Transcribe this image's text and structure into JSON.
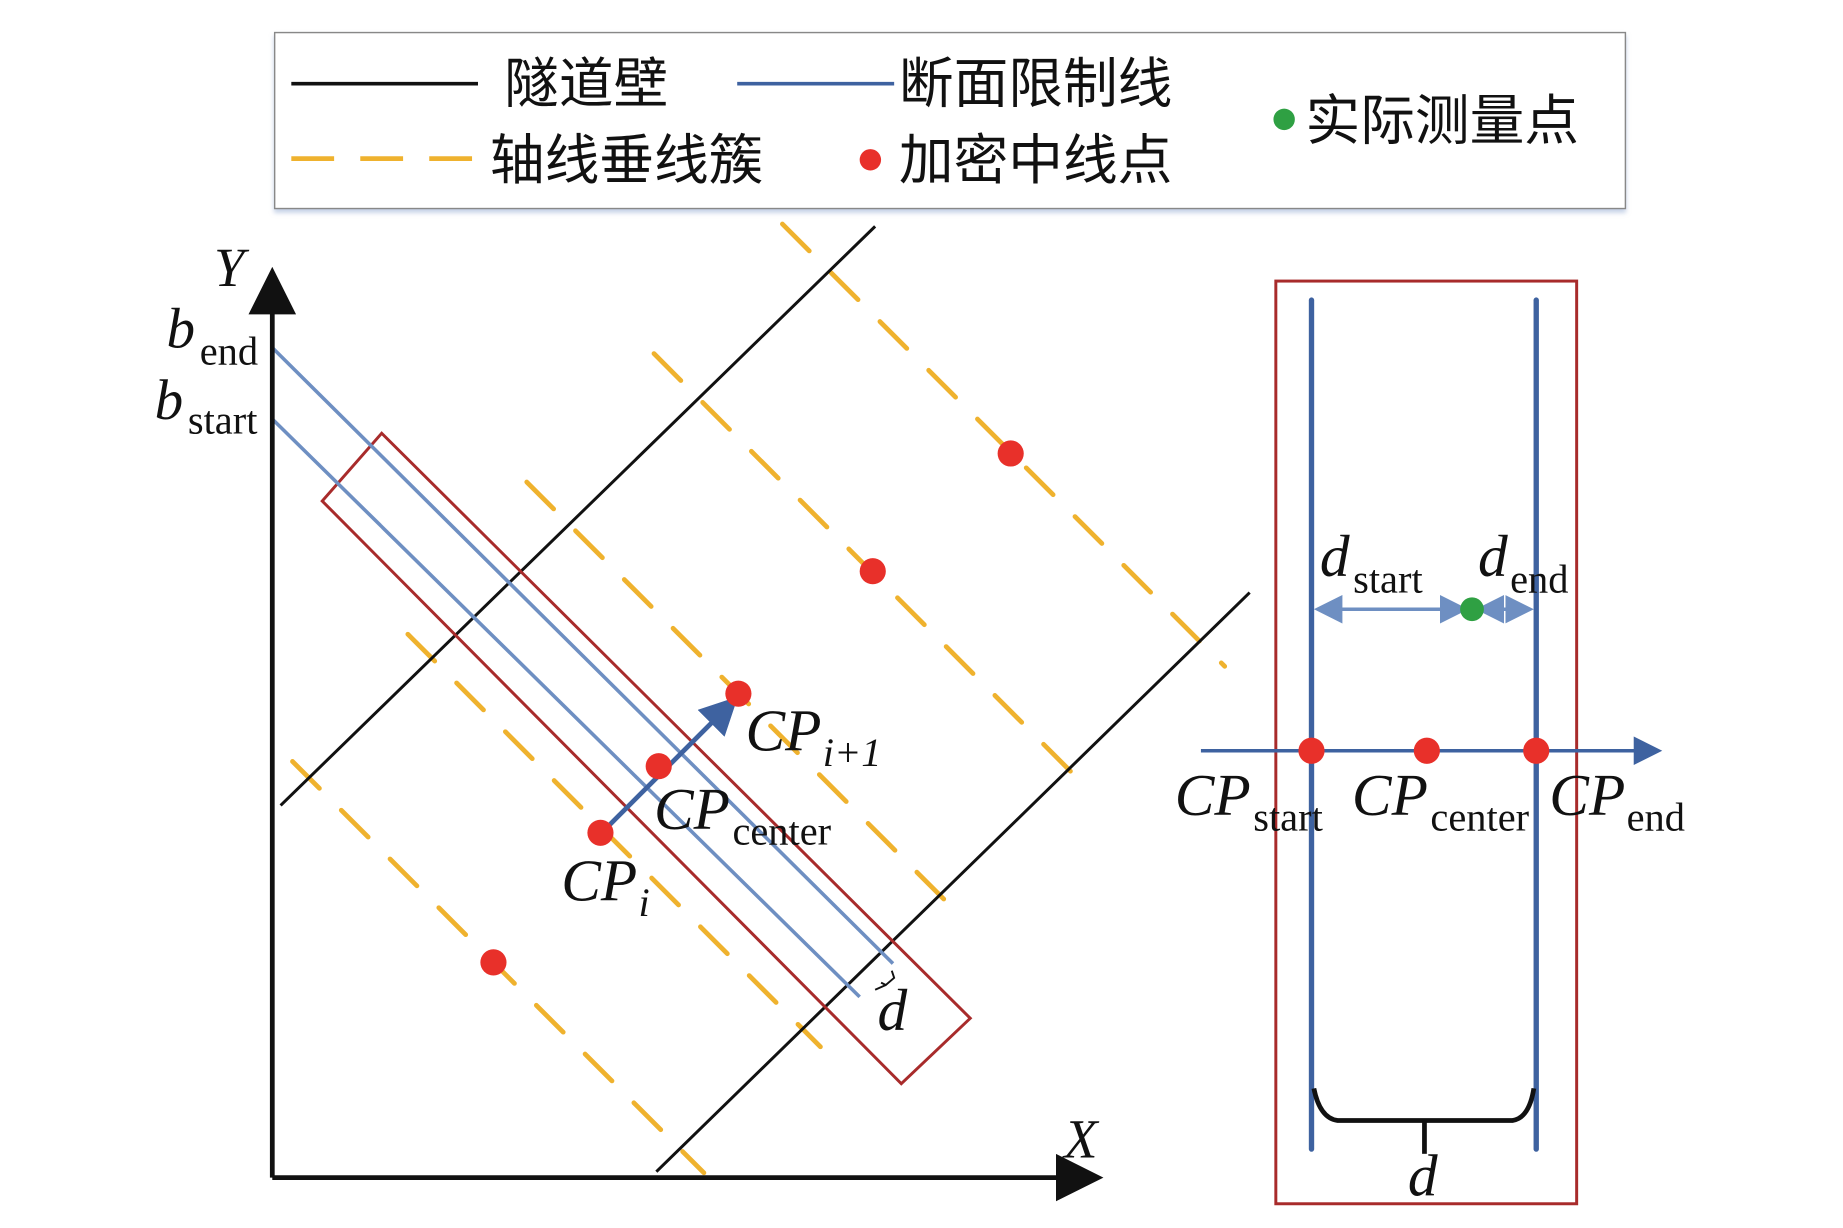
{
  "legend": {
    "items": [
      {
        "key": "tunnel_wall",
        "label": "隧道壁",
        "style": "solid",
        "color": "#111111"
      },
      {
        "key": "section_limit",
        "label": "断面限制线",
        "style": "solid",
        "color": "#3e62a0"
      },
      {
        "key": "perpendicular_cluster",
        "label": "轴线垂线簇",
        "style": "dashed",
        "color": "#efb22e"
      },
      {
        "key": "densified_centerline_point",
        "label": "加密中线点",
        "style": "dot",
        "color": "#e8302a"
      },
      {
        "key": "measured_point",
        "label": "实际测量点",
        "style": "dot",
        "color": "#2fa043"
      }
    ]
  },
  "left_panel": {
    "axis_y_label": "Y",
    "axis_x_label": "X",
    "b_end": {
      "base": "b",
      "sub": "end"
    },
    "b_start": {
      "base": "b",
      "sub": "start"
    },
    "cp_i": {
      "base": "CP",
      "sub": "i"
    },
    "cp_center": {
      "base": "CP",
      "sub": "center"
    },
    "cp_next": {
      "base": "CP",
      "sub": "i+1"
    },
    "d_label": "d"
  },
  "right_panel": {
    "d_start": {
      "base": "d",
      "sub": "start"
    },
    "d_end": {
      "base": "d",
      "sub": "end"
    },
    "cp_start": {
      "base": "CP",
      "sub": "start"
    },
    "cp_center": {
      "base": "CP",
      "sub": "center"
    },
    "cp_end": {
      "base": "CP",
      "sub": "end"
    },
    "d_label": "d"
  },
  "colors": {
    "wall": "#111111",
    "limit_line": "#6e8fc2",
    "limit_line_right": "#3e62a0",
    "box": "#a82b2b",
    "dash": "#efb22e",
    "red_point": "#e8302a",
    "green_point": "#2fa043",
    "arrow": "#3e62a0"
  }
}
